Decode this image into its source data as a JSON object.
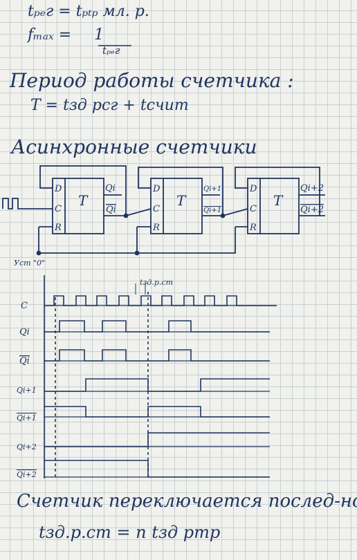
{
  "formulas": {
    "tpcr": "tₚₑг = tₚₜₚ мл. р.",
    "fmax_lhs": "fₘₐₓ =",
    "fmax_num": "1",
    "fmax_den": "tₚₑг"
  },
  "period": {
    "title": "Период работы счетчика :",
    "formula": "T = tзд рсг + tсчит"
  },
  "async": {
    "title": "Асинхронные   счетчики"
  },
  "circuit": {
    "trigger_label": "T",
    "input_d": "D",
    "input_c": "C",
    "input_r": "R",
    "ff1_q": "Qi",
    "ff1_qbar": "Qi",
    "ff2_q": "Qi+1",
    "ff2_qbar": "Qi+1",
    "ff3_q": "Qi+2",
    "ff3_qbar": "Qi+2",
    "reset_label": "Уст \"0\""
  },
  "timing": {
    "delay_label": "tзд.р.ст",
    "signals": [
      "C",
      "Qi",
      "Qi",
      "Qi+1",
      "Qi+1",
      "Qi+2",
      "Qi+2"
    ]
  },
  "bottom": {
    "text": "Счетчик  переключается   послед-но",
    "formula": "tзд.р.ст = n tзд ртр"
  }
}
